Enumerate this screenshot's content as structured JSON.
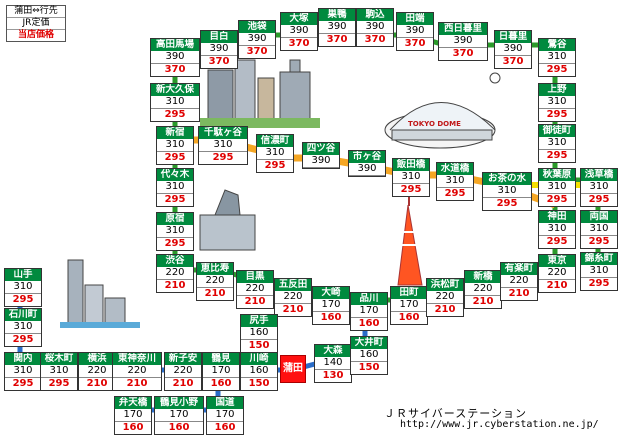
{
  "legend": {
    "from": "蒲田⇔行先",
    "jr": "JR定価",
    "shop": "当店価格"
  },
  "colors": {
    "yamanote": "#2a9a2a",
    "chuo": "#f5a623",
    "sobu": "#f5e000",
    "keihin": "#2a6cc8",
    "station_name_bg": "#008a3e",
    "shop_price": "#e00000",
    "current": "#ff1010"
  },
  "current_station": "蒲田",
  "stations": [
    {
      "id": "mejiro",
      "name": "目白",
      "jr": "390",
      "shop": "370"
    },
    {
      "id": "ikebukuro",
      "name": "池袋",
      "jr": "390",
      "shop": "370"
    },
    {
      "id": "otsuka",
      "name": "大塚",
      "jr": "390",
      "shop": "370"
    },
    {
      "id": "sugamo",
      "name": "巣鴨",
      "jr": "390",
      "shop": "370"
    },
    {
      "id": "komagome",
      "name": "駒込",
      "jr": "390",
      "shop": "370"
    },
    {
      "id": "tabata",
      "name": "田端",
      "jr": "390",
      "shop": "370"
    },
    {
      "id": "nishinippori",
      "name": "西日暮里",
      "jr": "390",
      "shop": "370"
    },
    {
      "id": "nippori",
      "name": "日暮里",
      "jr": "390",
      "shop": "370"
    },
    {
      "id": "uguisudani",
      "name": "鶯谷",
      "jr": "310",
      "shop": "295"
    },
    {
      "id": "takadanobaba",
      "name": "高田馬場",
      "jr": "390",
      "shop": "370"
    },
    {
      "id": "shinokubo",
      "name": "新大久保",
      "jr": "310",
      "shop": "295"
    },
    {
      "id": "ueno",
      "name": "上野",
      "jr": "310",
      "shop": "295"
    },
    {
      "id": "okachimachi",
      "name": "御徒町",
      "jr": "310",
      "shop": "295"
    },
    {
      "id": "shinjuku",
      "name": "新宿",
      "jr": "310",
      "shop": "295"
    },
    {
      "id": "sendagaya",
      "name": "千駄ヶ谷",
      "jr": "310",
      "shop": "295"
    },
    {
      "id": "shinanomachi",
      "name": "信濃町",
      "jr": "310",
      "shop": "295"
    },
    {
      "id": "yotsuya",
      "name": "四ツ谷",
      "jr": "390",
      "shop": ""
    },
    {
      "id": "ichigaya",
      "name": "市ヶ谷",
      "jr": "390",
      "shop": ""
    },
    {
      "id": "iidabashi",
      "name": "飯田橋",
      "jr": "310",
      "shop": "295"
    },
    {
      "id": "suidobashi",
      "name": "水道橋",
      "jr": "310",
      "shop": "295"
    },
    {
      "id": "ochanomizu",
      "name": "お茶の水",
      "jr": "310",
      "shop": "295"
    },
    {
      "id": "akihabara",
      "name": "秋葉原",
      "jr": "310",
      "shop": "295"
    },
    {
      "id": "asakusabashi",
      "name": "浅草橋",
      "jr": "310",
      "shop": "295"
    },
    {
      "id": "yoyogi",
      "name": "代々木",
      "jr": "310",
      "shop": "295"
    },
    {
      "id": "harajuku",
      "name": "原宿",
      "jr": "310",
      "shop": "295"
    },
    {
      "id": "kanda",
      "name": "神田",
      "jr": "310",
      "shop": "295"
    },
    {
      "id": "ryogoku",
      "name": "両国",
      "jr": "310",
      "shop": "295"
    },
    {
      "id": "kinshicho",
      "name": "錦糸町",
      "jr": "310",
      "shop": "295"
    },
    {
      "id": "shibuya",
      "name": "渋谷",
      "jr": "220",
      "shop": "210"
    },
    {
      "id": "ebisu",
      "name": "恵比寿",
      "jr": "220",
      "shop": "210"
    },
    {
      "id": "meguro",
      "name": "目黒",
      "jr": "220",
      "shop": "210"
    },
    {
      "id": "gotanda",
      "name": "五反田",
      "jr": "220",
      "shop": "210"
    },
    {
      "id": "osaki",
      "name": "大崎",
      "jr": "170",
      "shop": "160"
    },
    {
      "id": "shinagawa",
      "name": "品川",
      "jr": "170",
      "shop": "160"
    },
    {
      "id": "tamachi",
      "name": "田町",
      "jr": "170",
      "shop": "160"
    },
    {
      "id": "hamamatsucho",
      "name": "浜松町",
      "jr": "220",
      "shop": "210"
    },
    {
      "id": "shinbashi",
      "name": "新橋",
      "jr": "220",
      "shop": "210"
    },
    {
      "id": "yurakucho",
      "name": "有楽町",
      "jr": "220",
      "shop": "210"
    },
    {
      "id": "tokyo",
      "name": "東京",
      "jr": "220",
      "shop": "210"
    },
    {
      "id": "yamate",
      "name": "山手",
      "jr": "310",
      "shop": "295"
    },
    {
      "id": "ishikawacho",
      "name": "石川町",
      "jr": "310",
      "shop": "295"
    },
    {
      "id": "kannai",
      "name": "関内",
      "jr": "310",
      "shop": "295"
    },
    {
      "id": "sakuragicho",
      "name": "桜木町",
      "jr": "310",
      "shop": "295"
    },
    {
      "id": "yokohama",
      "name": "横浜",
      "jr": "220",
      "shop": "210"
    },
    {
      "id": "higashikanagawa",
      "name": "東神奈川",
      "jr": "220",
      "shop": "210"
    },
    {
      "id": "shinkoyasu",
      "name": "新子安",
      "jr": "220",
      "shop": "210"
    },
    {
      "id": "tsurumi",
      "name": "鶴見",
      "jr": "170",
      "shop": "160"
    },
    {
      "id": "kawasaki",
      "name": "川崎",
      "jr": "160",
      "shop": "150"
    },
    {
      "id": "shimomaruko",
      "name": "尻手",
      "jr": "160",
      "shop": "150"
    },
    {
      "id": "omori",
      "name": "大森",
      "jr": "140",
      "shop": "130"
    },
    {
      "id": "oimachi",
      "name": "大井町",
      "jr": "160",
      "shop": "150"
    },
    {
      "id": "bentencho",
      "name": "弁天橋",
      "jr": "170",
      "shop": "160"
    },
    {
      "id": "tsurumiono",
      "name": "鶴見小野",
      "jr": "170",
      "shop": "160"
    },
    {
      "id": "kokudo",
      "name": "国道",
      "jr": "170",
      "shop": "160"
    }
  ],
  "landmark_labels": {
    "dome": "TOKYO DOME"
  },
  "footer": {
    "site_name": "ＪＲサイバーステーション",
    "url": "http://www.jr.cyberstation.ne.jp/"
  }
}
